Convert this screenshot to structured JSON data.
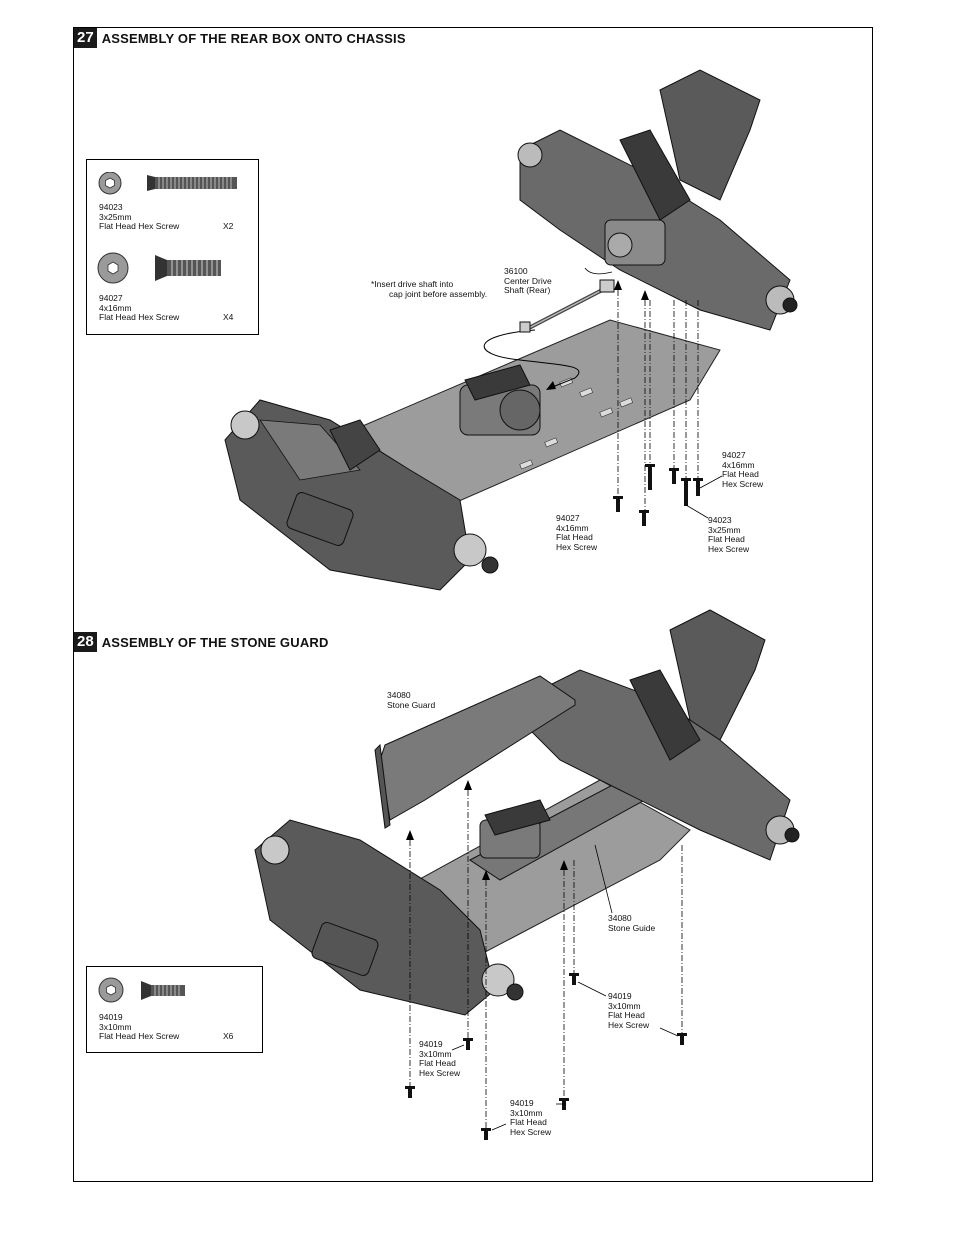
{
  "step27": {
    "number": "27",
    "title": "ASSEMBLY OF THE REAR BOX ONTO CHASSIS",
    "parts": [
      {
        "code": "94023",
        "size": "3x25mm",
        "name": "Flat Head Hex Screw",
        "qty": "X2"
      },
      {
        "code": "94027",
        "size": "4x16mm",
        "name": "Flat Head Hex Screw",
        "qty": "X4"
      }
    ],
    "note": [
      "*Insert drive shaft into",
      "cap joint before assembly."
    ],
    "callouts": {
      "drive_shaft": [
        "36100",
        "Center Drive",
        "Shaft (Rear)"
      ],
      "screw_a": [
        "94027",
        "4x16mm",
        "Flat Head",
        "Hex Screw"
      ],
      "screw_b": [
        "94023",
        "3x25mm",
        "Flat Head",
        "Hex Screw"
      ],
      "screw_c": [
        "94027",
        "4x16mm",
        "Flat Head",
        "Hex Screw"
      ]
    }
  },
  "step28": {
    "number": "28",
    "title": "ASSEMBLY OF THE STONE GUARD",
    "parts": [
      {
        "code": "94019",
        "size": "3x10mm",
        "name": "Flat Head Hex Screw",
        "qty": "X6"
      }
    ],
    "callouts": {
      "stone_guard": [
        "34080",
        "Stone Guard"
      ],
      "stone_guide": [
        "34080",
        "Stone Guide"
      ],
      "screw_a": [
        "94019",
        "3x10mm",
        "Flat Head",
        "Hex Screw"
      ],
      "screw_b": [
        "94019",
        "3x10mm",
        "Flat Head",
        "Hex Screw"
      ],
      "screw_c": [
        "94019",
        "3x10mm",
        "Flat Head",
        "Hex Screw"
      ]
    }
  },
  "colors": {
    "part_gray": "#8a8a8a",
    "dark_gray": "#3a3a3a",
    "plate": "#9c9c9c",
    "line": "#000000"
  }
}
